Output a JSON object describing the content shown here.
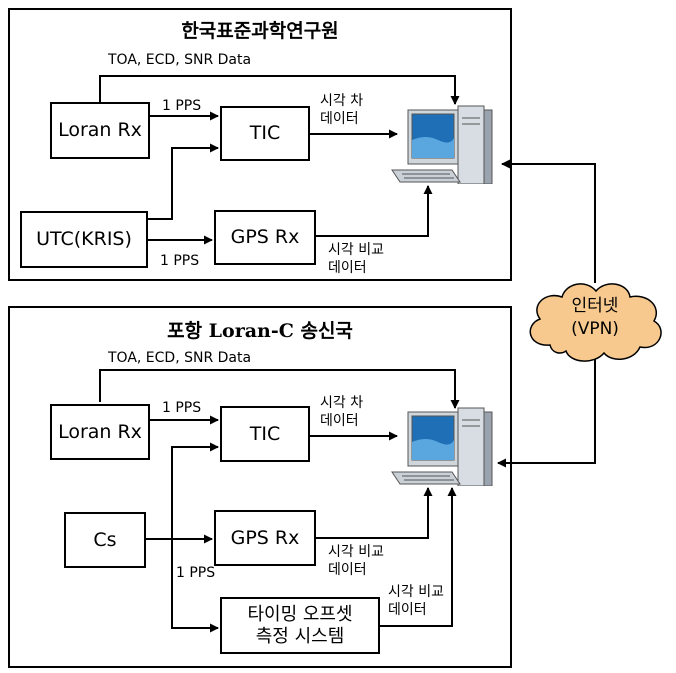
{
  "top_panel": {
    "title": "한국표준과학연구원",
    "data_label": "TOA, ECD, SNR Data",
    "loran_rx": "Loran Rx",
    "tic": "TIC",
    "utc": "UTC(KRIS)",
    "gps_rx": "GPS Rx",
    "pps_top": "1 PPS",
    "pps_bottom": "1 PPS",
    "time_diff_line1": "시각 차",
    "time_diff_line2": "데이터",
    "time_comp_line1": "시각 비교",
    "time_comp_line2": "데이터"
  },
  "bottom_panel": {
    "title": "포항 Loran-C 송신국",
    "data_label": "TOA, ECD, SNR Data",
    "loran_rx": "Loran Rx",
    "tic": "TIC",
    "cs": "Cs",
    "gps_rx": "GPS Rx",
    "pps_top": "1 PPS",
    "pps_bottom": "1 PPS",
    "time_diff_line1": "시각 차",
    "time_diff_line2": "데이터",
    "time_comp_line1": "시각 비교",
    "time_comp_line2": "데이터",
    "offset_comp_line1": "시각 비교",
    "offset_comp_line2": "데이터",
    "offset_system_line1": "타이밍 오프셋",
    "offset_system_line2": "측정 시스템"
  },
  "internet": {
    "line1": "인터넷",
    "line2": "(VPN)"
  },
  "colors": {
    "cloud_fill": "#f7c98f",
    "screen": "#1e6fb5",
    "tower": "#d8dde3"
  }
}
